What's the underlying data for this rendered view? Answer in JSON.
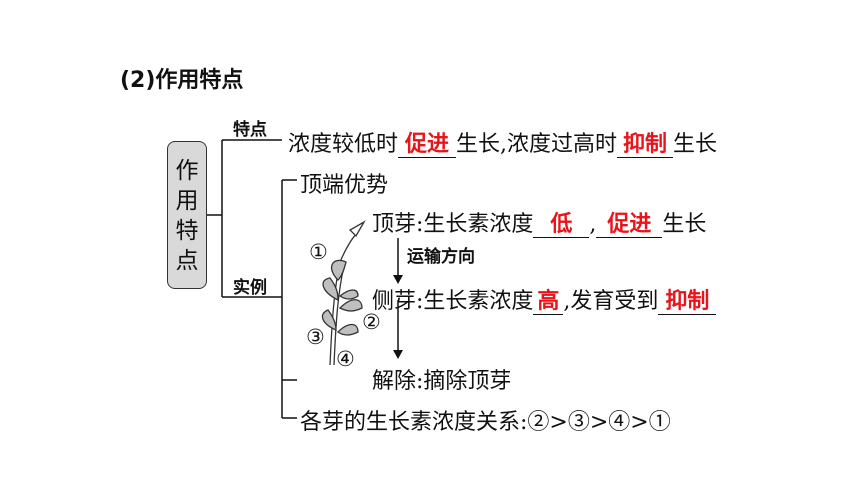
{
  "heading": "(2)作用特点",
  "box_label": [
    "作",
    "用",
    "特",
    "点"
  ],
  "branches": {
    "feature": "特点",
    "example": "实例"
  },
  "feature_row": {
    "p1": "浓度较低时",
    "b1": "促进",
    "p2": "生长,浓度过高时",
    "b2": "抑制",
    "p3": "生长"
  },
  "apical_dominance": "顶端优势",
  "apical_bud_row": {
    "p1": "顶芽:生长素浓度",
    "b1": "低",
    "sep": ",",
    "b2": "促进",
    "p2": "生长"
  },
  "transport_label": "运输方向",
  "lateral_bud_row": {
    "p1": "侧芽:生长素浓度",
    "b1": "高",
    "p2": ",发育受到",
    "b2": "抑制"
  },
  "relief_row": "解除:摘除顶芽",
  "relation_row": "各芽的生长素浓度关系:②>③>④>①",
  "plant_markers": [
    "①",
    "②",
    "③",
    "④"
  ],
  "colors": {
    "answer": "#e8141a",
    "box_fill": "#d9d9d9",
    "plant_leaf": "#bfbfbf"
  }
}
